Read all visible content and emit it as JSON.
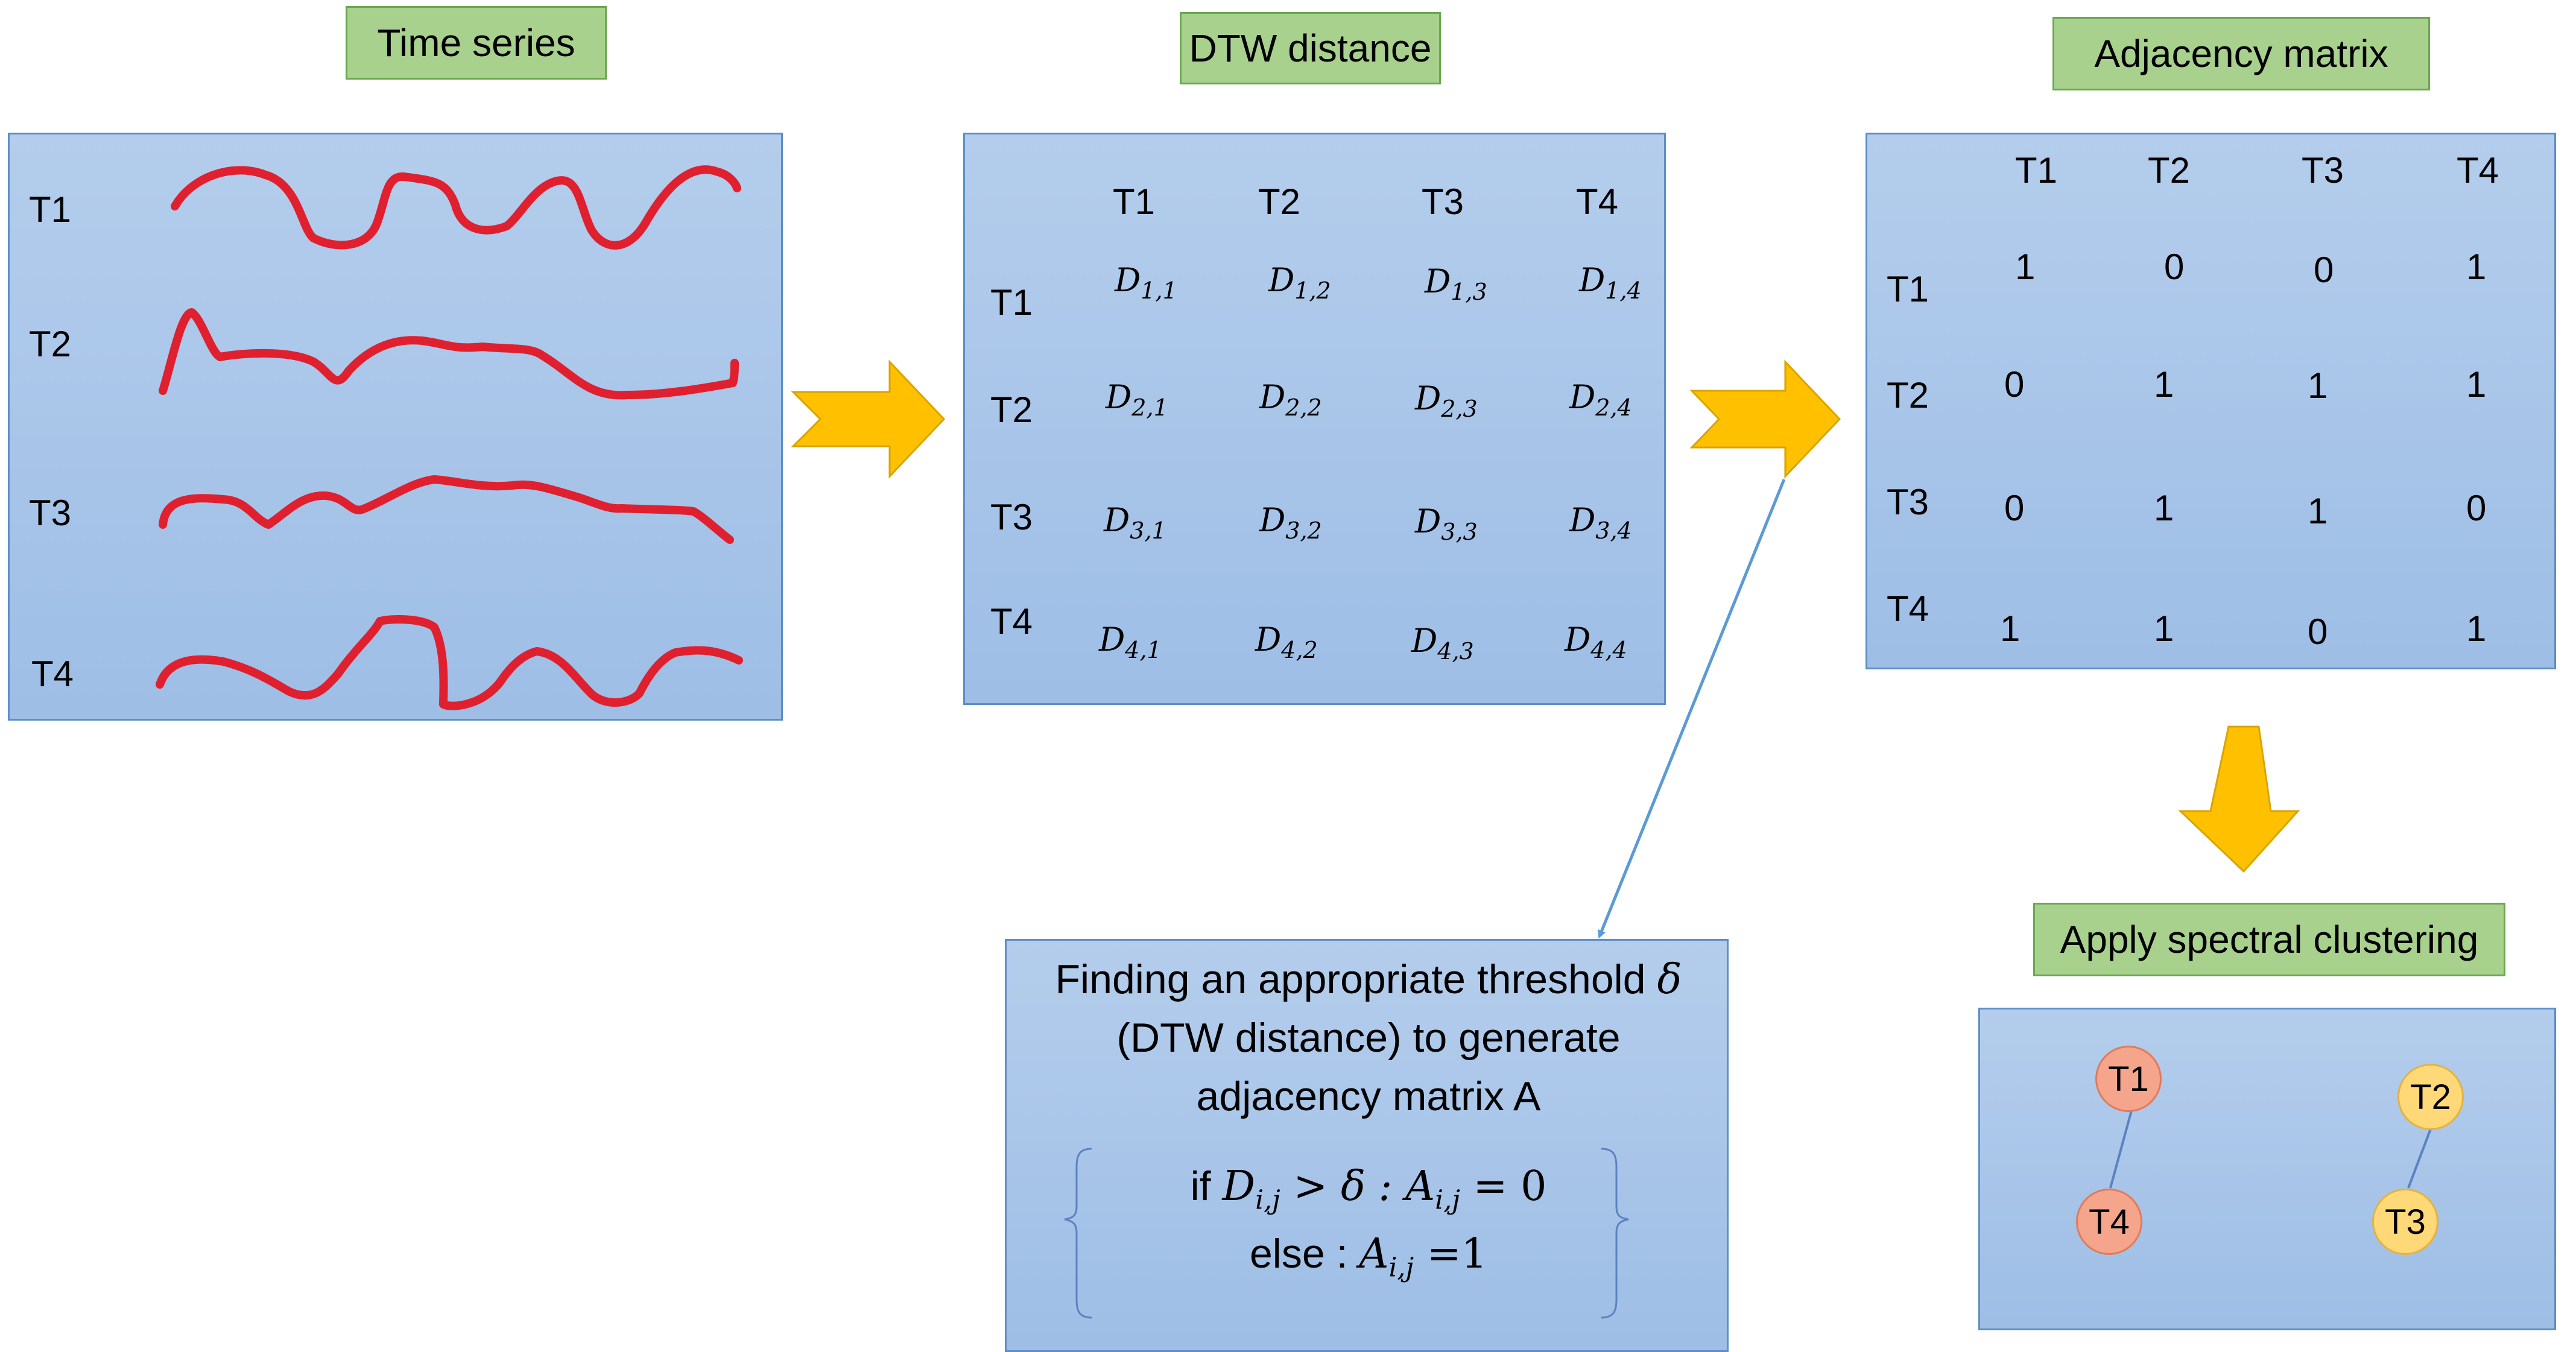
{
  "headers": {
    "time_series": "Time series",
    "dtw_distance": "DTW distance",
    "adjacency_matrix": "Adjacency matrix",
    "spectral": "Apply spectral clustering"
  },
  "series_labels": [
    "T1",
    "T2",
    "T3",
    "T4"
  ],
  "dtw": {
    "col_labels": [
      "T1",
      "T2",
      "T3",
      "T4"
    ],
    "row_labels": [
      "T1",
      "T2",
      "T3",
      "T4"
    ],
    "symbol": "D",
    "subscripts": [
      [
        "1,1",
        "1,2",
        "1,3",
        "1,4"
      ],
      [
        "2,1",
        "2,2",
        "2,3",
        "2,4"
      ],
      [
        "3,1",
        "3,2",
        "3,3",
        "3,4"
      ],
      [
        "4,1",
        "4,2",
        "4,3",
        "4,4"
      ]
    ]
  },
  "adjacency": {
    "col_labels": [
      "T1",
      "T2",
      "T3",
      "T4"
    ],
    "row_labels": [
      "T1",
      "T2",
      "T3",
      "T4"
    ],
    "values": [
      [
        "1",
        "0",
        "0",
        "1"
      ],
      [
        "0",
        "1",
        "1",
        "1"
      ],
      [
        "0",
        "1",
        "1",
        "0"
      ],
      [
        "1",
        "1",
        "0",
        "1"
      ]
    ]
  },
  "threshold": {
    "line1_text": "Finding an appropriate  threshold ",
    "line1_symbol": "δ",
    "line2": "(DTW distance) to generate",
    "line3": "adjacency matrix A",
    "cond1_prefix": "if ",
    "cond1_D": "D",
    "cond1_Dsub": "i,j",
    "cond1_op": " > δ :  ",
    "cond1_A": "A",
    "cond1_Asub": "i,j",
    "cond1_rest": " = 0",
    "cond2_prefix": "else : ",
    "cond2_A": "A",
    "cond2_Asub": "i,j",
    "cond2_rest": "  =1"
  },
  "clusters": {
    "nodes": [
      "T1",
      "T4",
      "T2",
      "T3"
    ],
    "colors": {
      "cluster_a": "#f4a58c",
      "cluster_b": "#ffd878"
    }
  },
  "colors": {
    "curve": "#e0202e",
    "arrow_fill": "#ffc000",
    "arrow_stroke": "#d9a400",
    "connector": "#5b9bd5",
    "header_fill": "#a9d18e",
    "panel_fill": "#a9c4ea"
  }
}
